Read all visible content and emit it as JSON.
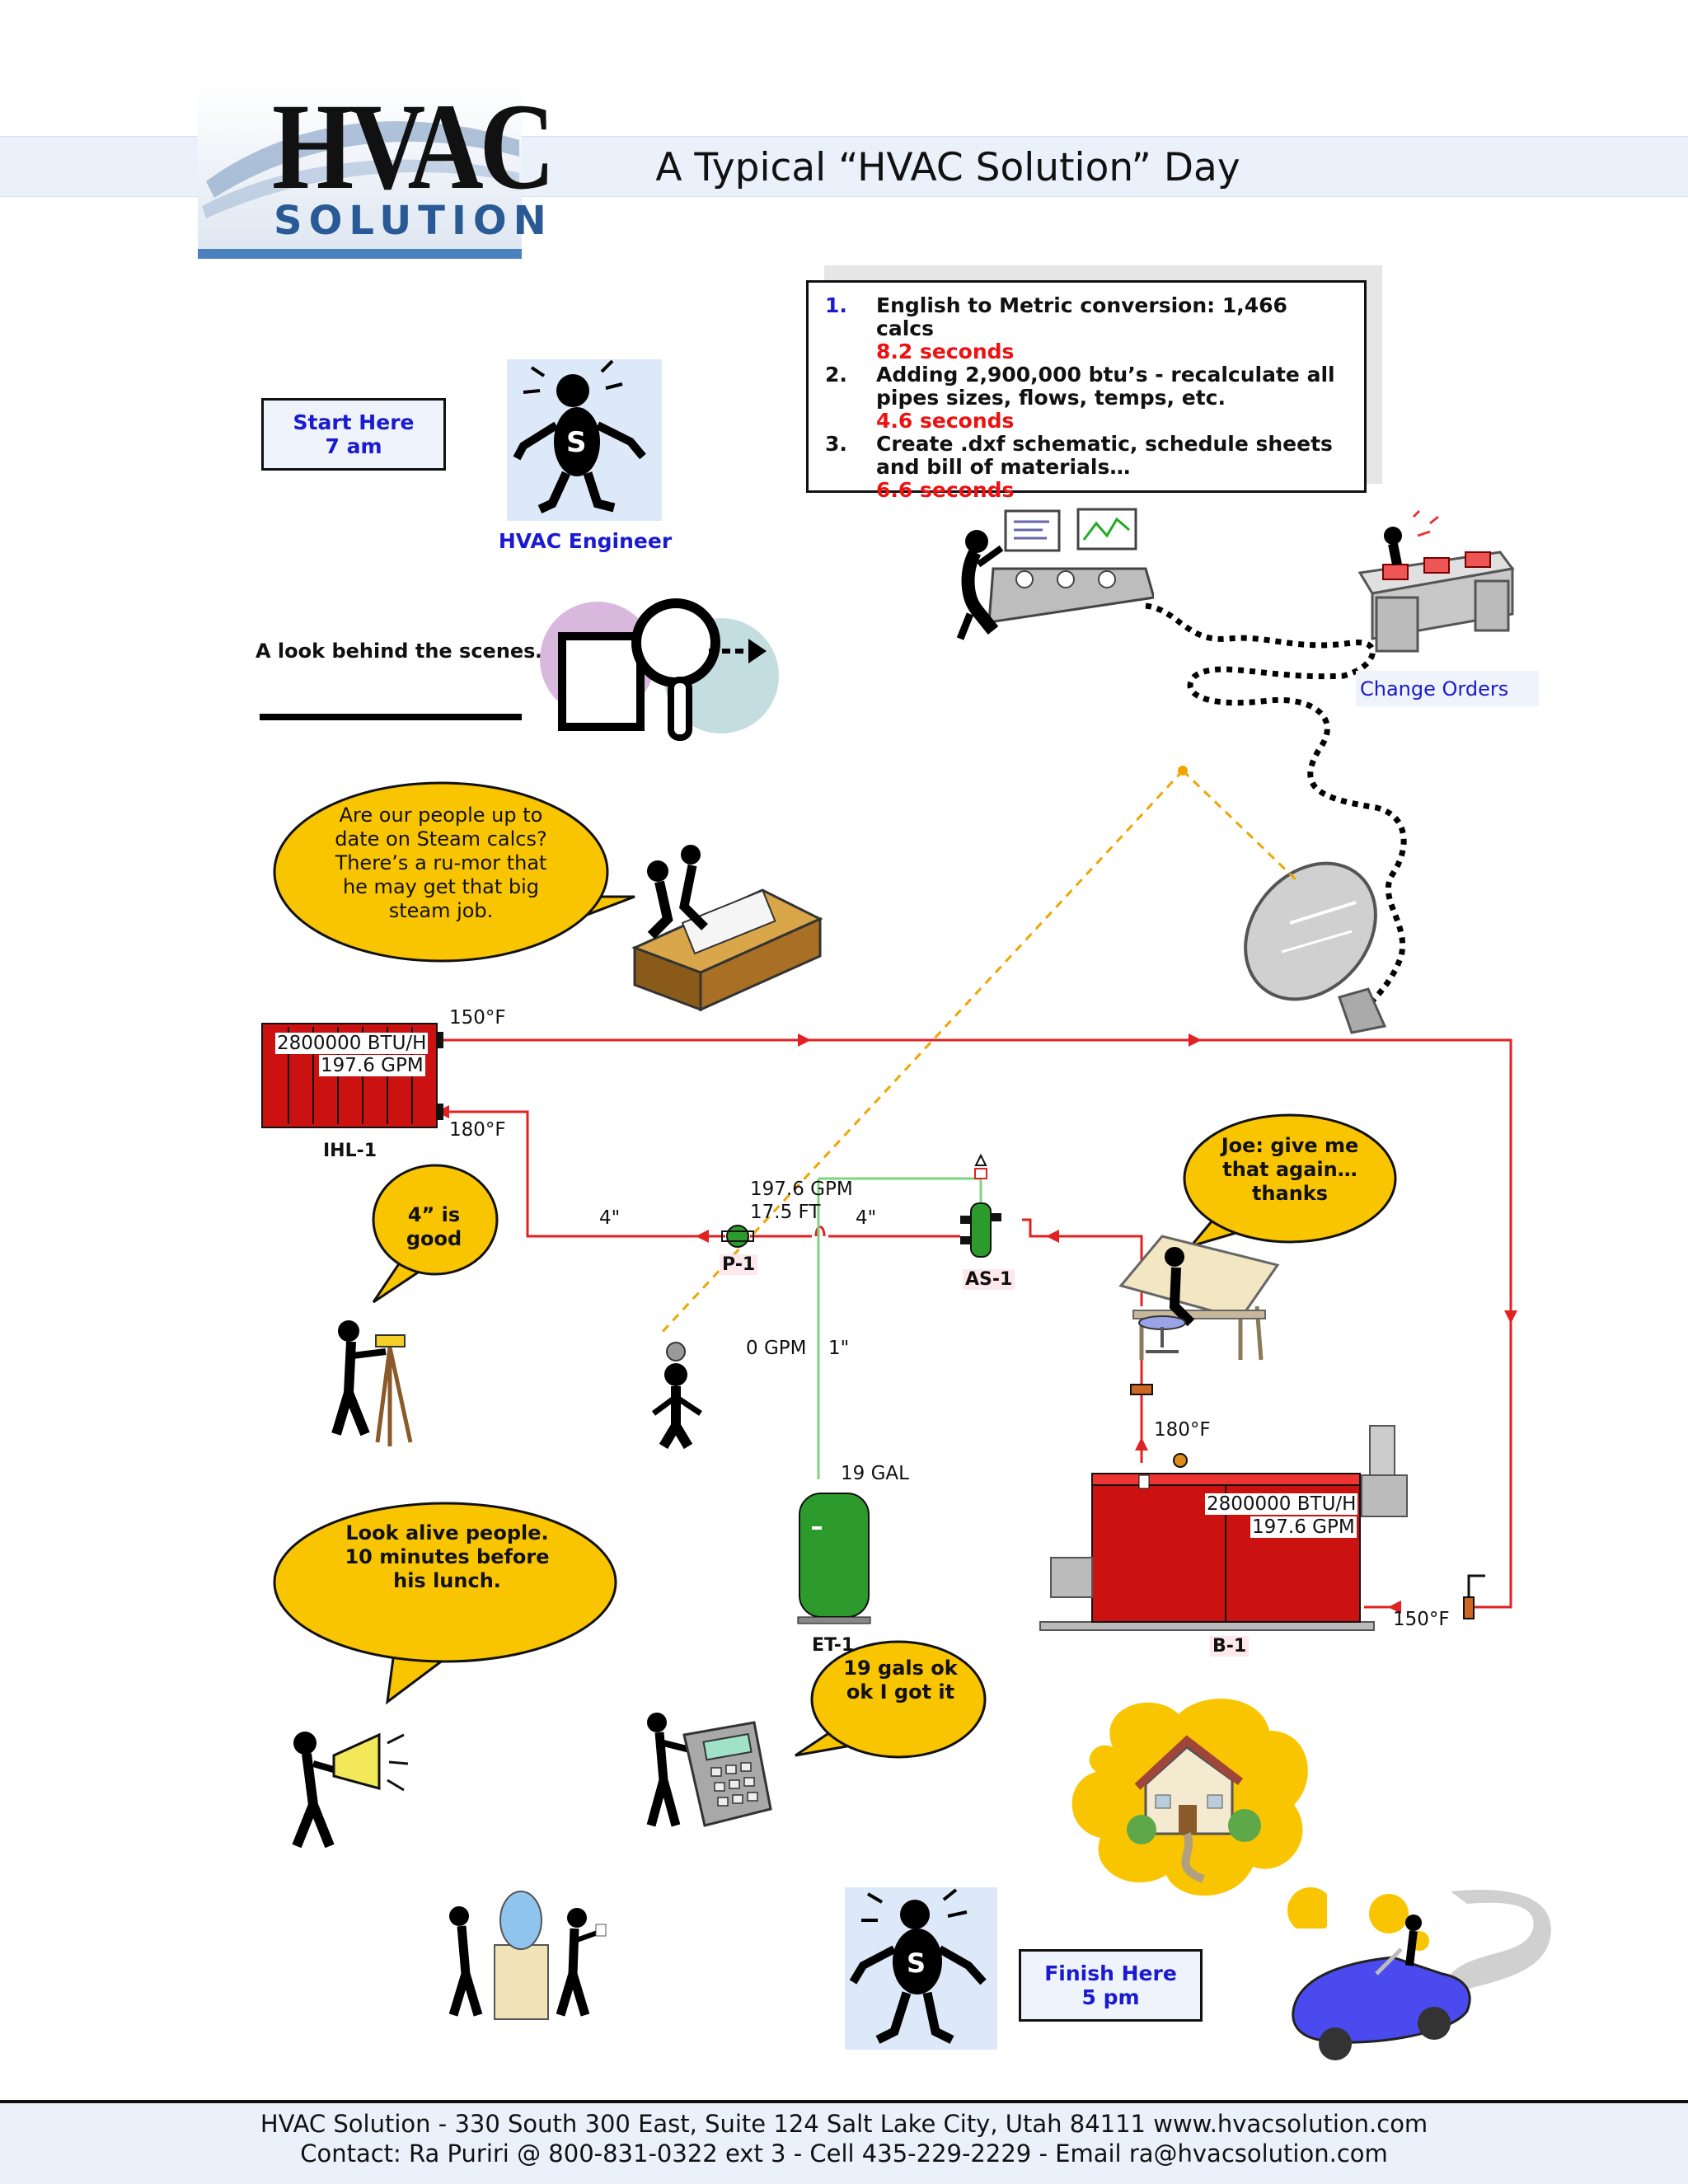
{
  "header": {
    "logo_top": "HVAC",
    "logo_bottom": "SOLUTION",
    "title": "A Typical “HVAC Solution” Day"
  },
  "start_box": {
    "line1": "Start Here",
    "line2": "7 am"
  },
  "engineer_label": "HVAC Engineer",
  "behind_scenes": "A look behind the scenes…",
  "calc_list": [
    {
      "num": "1.",
      "text": "English to Metric conversion: 1,466 calcs",
      "time": "8.2 seconds"
    },
    {
      "num": "2.",
      "text": "Adding 2,900,000 btu’s - recalculate all pipes sizes, flows, temps, etc.",
      "time": "4.6 seconds"
    },
    {
      "num": "3.",
      "text": "Create .dxf schematic, schedule sheets and bill of materials…",
      "time": "6.6 seconds"
    }
  ],
  "change_orders": "Change Orders",
  "bubbles": {
    "steam": "Are our people up to date on Steam calcs? There’s a ru-mor that he may get that big steam job.",
    "joe": "Joe: give me that again… thanks",
    "four_inch": "4” is good",
    "look_alive": "Look alive people. 10 minutes before his lunch.",
    "gals": "19 gals ok ok I got it"
  },
  "schematic": {
    "ihl_btu": "2800000 BTU/H",
    "ihl_gpm": "197.6 GPM",
    "ihl_tag": "IHL-1",
    "temp_150_top": "150°F",
    "temp_180_left": "180°F",
    "pipe_4_left": "4\"",
    "pipe_4_right": "4\"",
    "pump_gpm": "197.6 GPM",
    "pump_ft": "17.5 FT",
    "pump_tag": "P-1",
    "as_tag": "AS-1",
    "zero_gpm": "0 GPM",
    "one_inch": "1\"",
    "et_gal": "19 GAL",
    "et_tag": "ET-1",
    "boiler_btu": "2800000 BTU/H",
    "boiler_gpm": "197.6 GPM",
    "boiler_tag": "B-1",
    "temp_180_boiler": "180°F",
    "temp_150_boiler": "150°F"
  },
  "finish_box": {
    "line1": "Finish Here",
    "line2": "5 pm"
  },
  "footer": {
    "line1": "HVAC Solution - 330 South 300 East, Suite 124 Salt Lake City, Utah 84111 www.hvacsolution.com",
    "line2": "Contact: Ra Puriri @ 800-831-0322 ext 3 - Cell 435-229-2229 - Email ra@hvacsolution.com"
  },
  "colors": {
    "pipe_red": "#e22222",
    "pipe_green": "#7dd67d",
    "bubble_yellow": "#f9c500",
    "equipment_red": "#cc1111",
    "tank_green": "#2c9a2c",
    "time_red": "#ee1111",
    "label_blue": "#1a1ad0"
  }
}
